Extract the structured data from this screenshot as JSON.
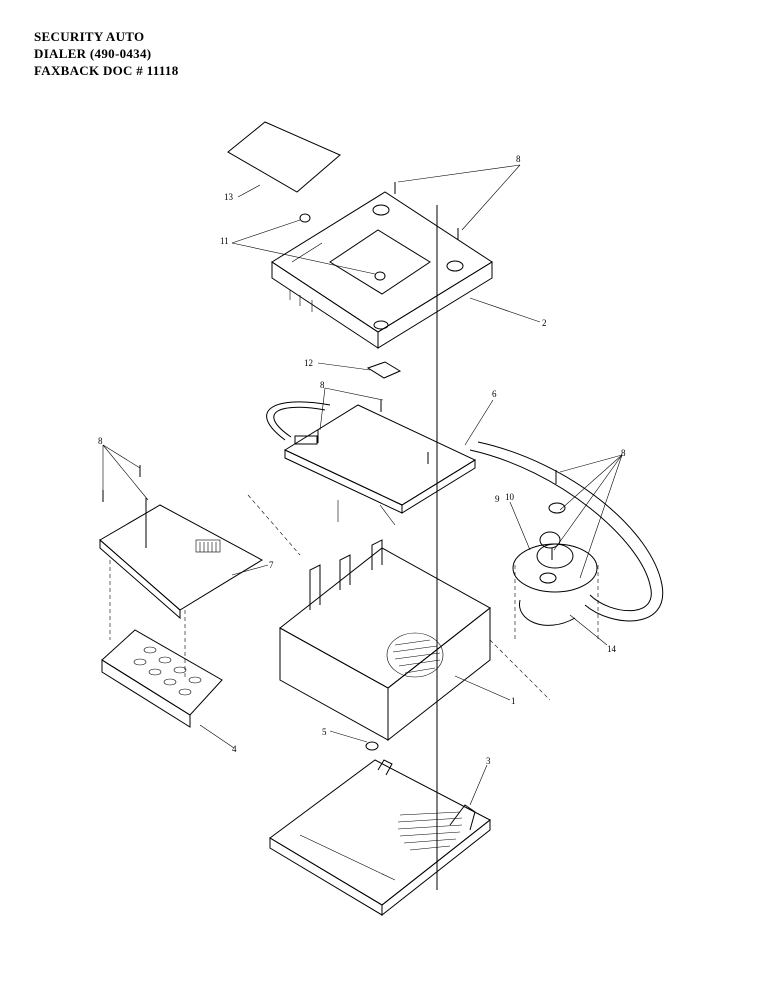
{
  "title": {
    "line1": "SECURITY AUTO",
    "line2": "DIALER  (490-0434)",
    "line3": "FAXBACK DOC # 11118"
  },
  "callouts": {
    "c13": "13",
    "c8_top": "8",
    "c11": "11",
    "c2": "2",
    "c12": "12",
    "c8_board": "8",
    "c6": "6",
    "c8_left": "8",
    "c8_right": "8",
    "c9": "9",
    "c7": "7",
    "c10": "10",
    "c14": "14",
    "c1": "1",
    "c4": "4",
    "c5": "5",
    "c3": "3"
  }
}
